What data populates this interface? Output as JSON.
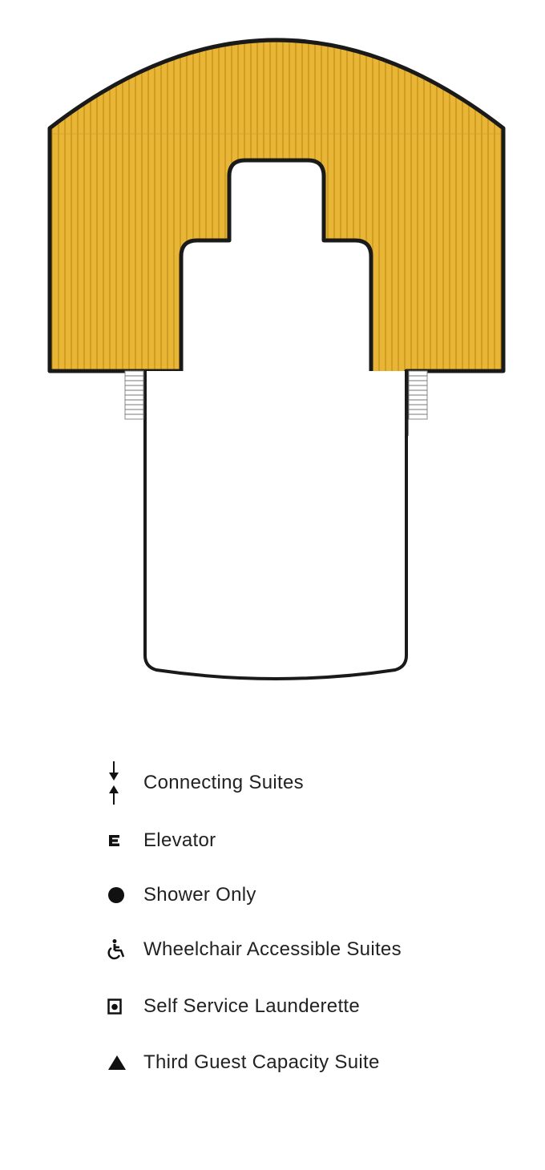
{
  "colors": {
    "deck_fill": "#E8B536",
    "deck_stripe": "#B8860B",
    "outline": "#1a1a1a",
    "text": "#222222"
  },
  "legend": {
    "items": [
      {
        "icon": "connecting-arrows-icon",
        "label": "Connecting Suites"
      },
      {
        "icon": "elevator-icon",
        "label": "Elevator"
      },
      {
        "icon": "filled-circle-icon",
        "label": "Shower Only"
      },
      {
        "icon": "wheelchair-icon",
        "label": "Wheelchair Accessible Suites"
      },
      {
        "icon": "launderette-icon",
        "label": "Self Service Launderette"
      },
      {
        "icon": "triangle-icon",
        "label": "Third Guest Capacity Suite"
      }
    ]
  }
}
